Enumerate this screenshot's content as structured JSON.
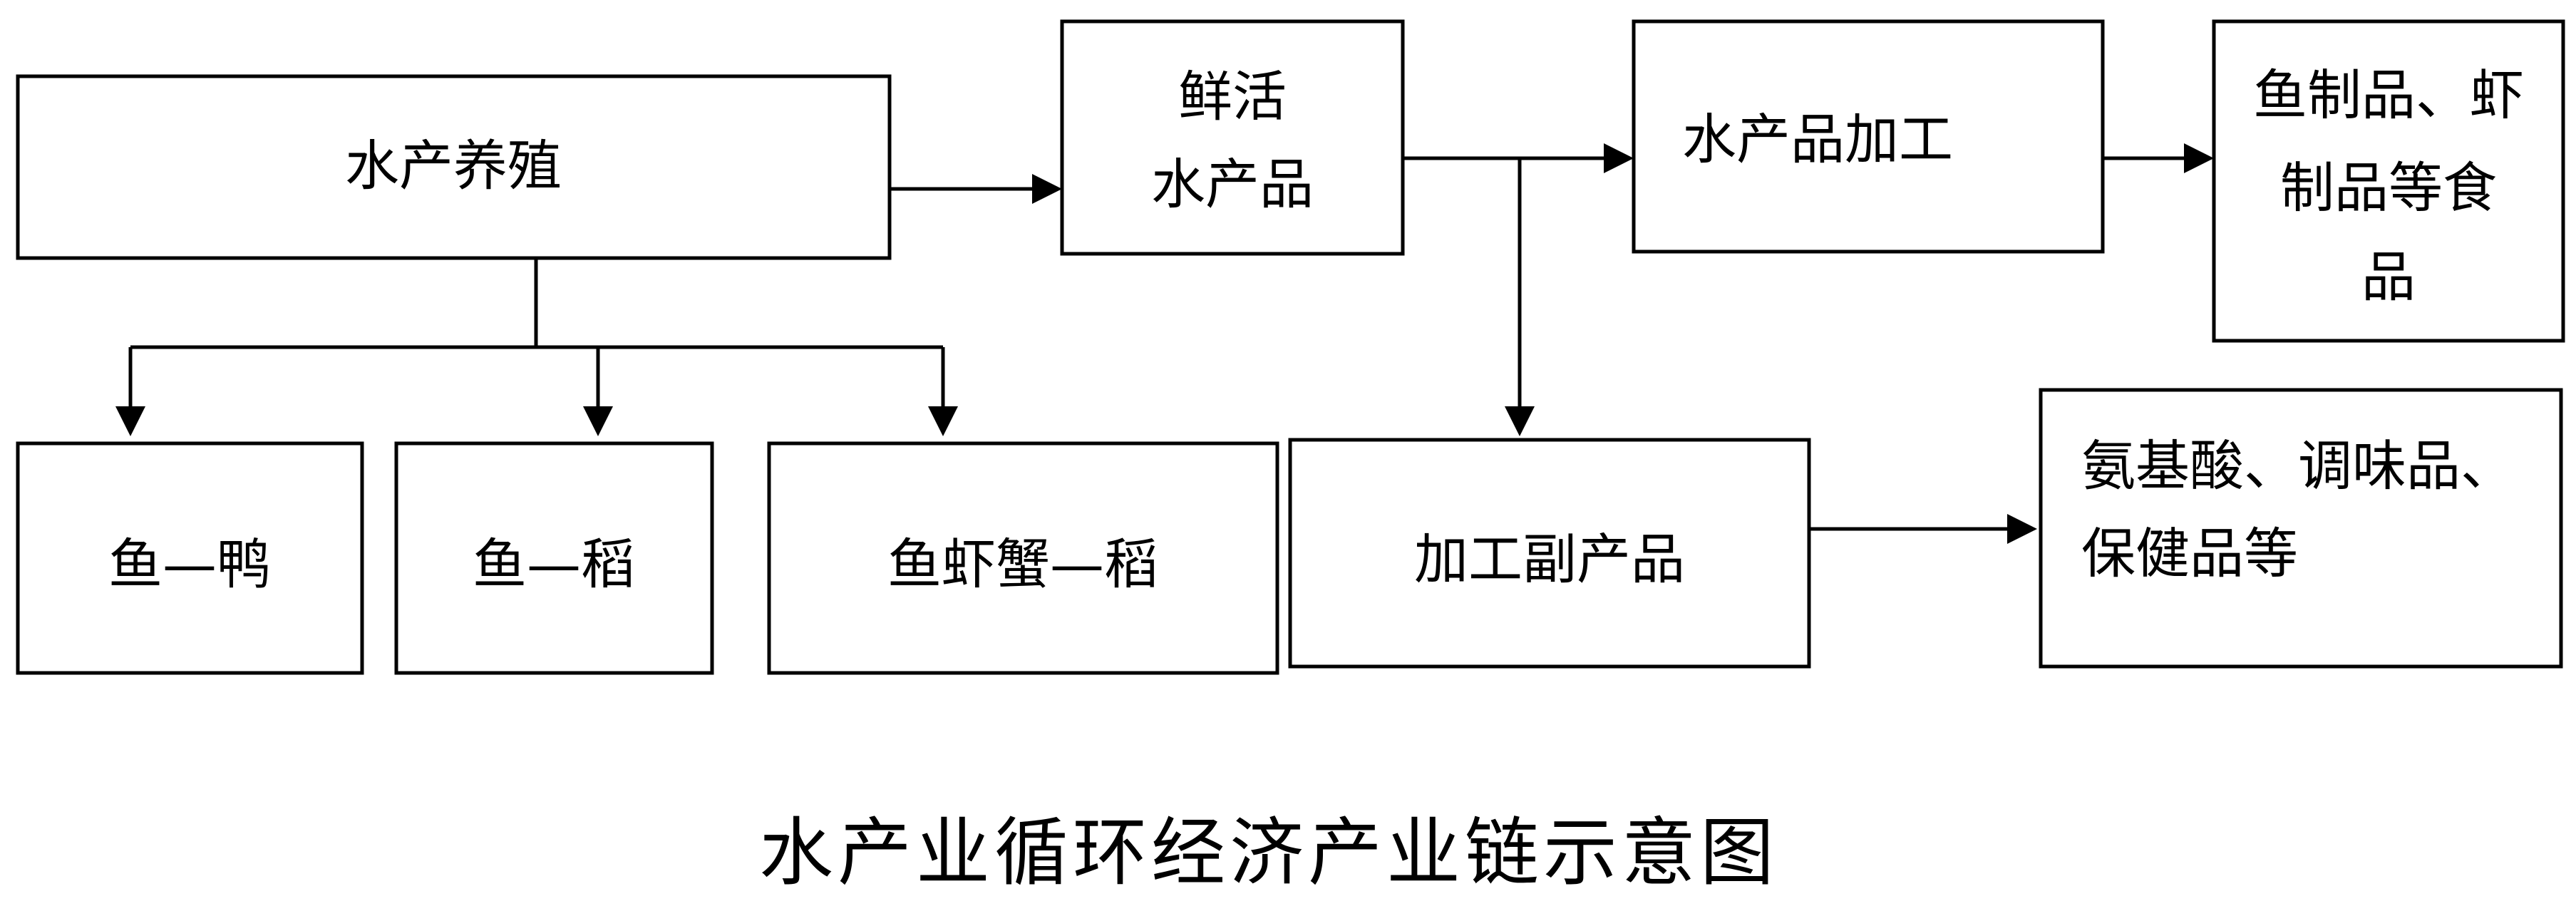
{
  "diagram": {
    "caption": "水产业循环经济产业链示意图",
    "nodes": {
      "aquaculture": {
        "lines": [
          "水产养殖"
        ]
      },
      "fresh_products": {
        "lines": [
          "鲜活",
          "水产品"
        ]
      },
      "processing": {
        "lines": [
          "水产品加工"
        ]
      },
      "fish_shrimp_food": {
        "lines": [
          "鱼制品、虾",
          "制品等食",
          "品"
        ]
      },
      "fish_duck": {
        "lines": [
          "鱼—鸭"
        ]
      },
      "fish_rice": {
        "lines": [
          "鱼—稻"
        ]
      },
      "fish_shrimp_crab_rice": {
        "lines": [
          "鱼虾蟹—稻"
        ]
      },
      "byproducts": {
        "lines": [
          "加工副产品"
        ]
      },
      "amino_acids": {
        "lines": [
          "氨基酸、调味品、",
          "保健品等"
        ]
      }
    },
    "edges": [
      {
        "from": "aquaculture",
        "to": "fresh_products"
      },
      {
        "from": "aquaculture",
        "to": "fish_duck"
      },
      {
        "from": "aquaculture",
        "to": "fish_rice"
      },
      {
        "from": "aquaculture",
        "to": "fish_shrimp_crab_rice"
      },
      {
        "from": "fresh_products",
        "to": "processing"
      },
      {
        "from": "fresh_products",
        "to": "byproducts"
      },
      {
        "from": "processing",
        "to": "fish_shrimp_food"
      },
      {
        "from": "byproducts",
        "to": "amino_acids"
      }
    ]
  }
}
